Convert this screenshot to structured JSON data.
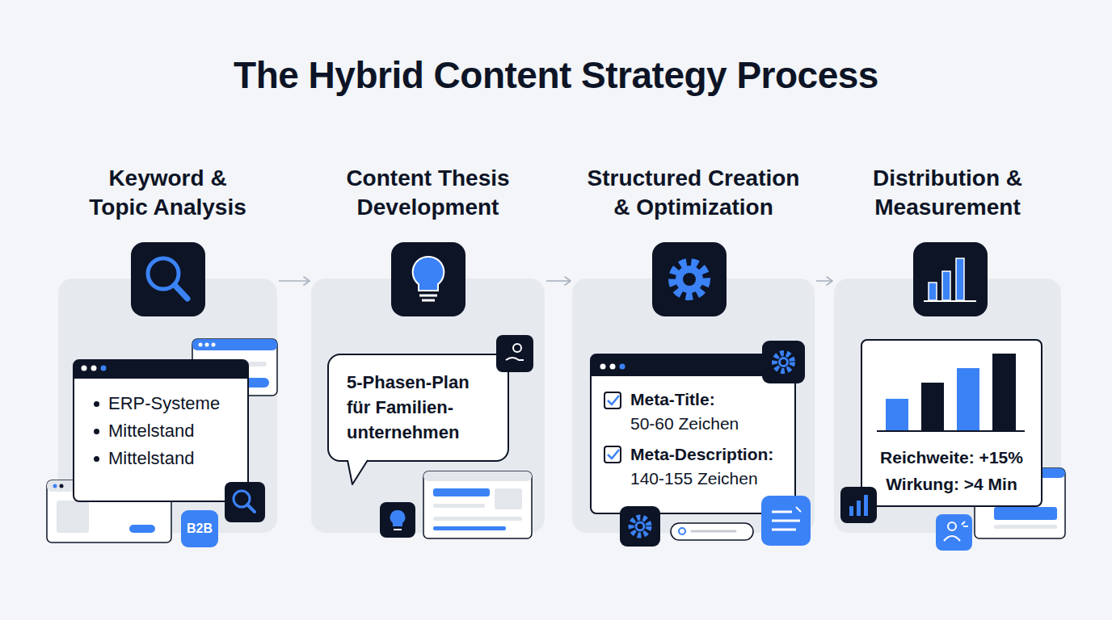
{
  "diagram": {
    "title": "The Hybrid Content Strategy Process",
    "nodes": [
      {
        "text": [
          "Keyword & Topic Analysis"
        ]
      },
      {
        "text": [
          "ERP-Systeme",
          "Mittelstand",
          "Mittelstand"
        ],
        "in": 0
      },
      {
        "text": [
          "B2B"
        ],
        "in": 0
      },
      {
        "text": [
          "Content Thesis Development"
        ]
      },
      {
        "text": [
          "5-Phasen-Plan für Familien- unternehmen"
        ],
        "in": 3
      },
      {
        "text": [
          "Structured Creation & Optimization"
        ]
      },
      {
        "text": [
          "Meta-Title:",
          "50-60 Zeichen",
          "Meta-Description:",
          "140-155 Zeichen"
        ],
        "in": 5
      },
      {
        "text": [
          "Distribution & Measurement"
        ]
      },
      {
        "text": [
          "Reichweite: +15%",
          "Wirkung: >4 Min"
        ],
        "in": 7
      }
    ],
    "edges": [
      {
        "from": 0,
        "to": 3,
        "arrow": "to"
      },
      {
        "from": 3,
        "to": 5,
        "arrow": "to"
      },
      {
        "from": 5,
        "to": 7,
        "arrow": "to"
      }
    ]
  }
}
